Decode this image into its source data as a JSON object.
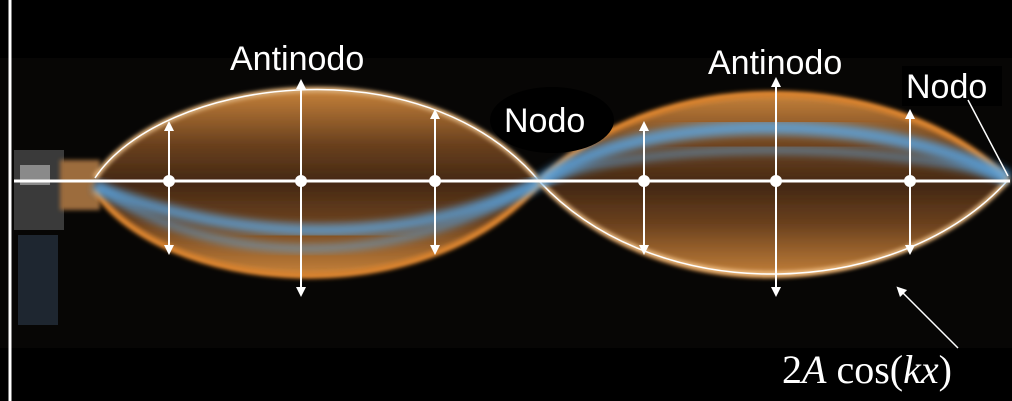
{
  "labels": {
    "antinode_left": "Antinodo",
    "antinode_right": "Antinodo",
    "node_center": "Nodo",
    "node_right": "Nodo"
  },
  "envelope_formula": {
    "coefficient": "2",
    "amplitude_symbol": "A",
    "function": "cos",
    "argument": "kx"
  },
  "colors": {
    "background": "#000000",
    "string_light": "#f2a04a",
    "string_blue": "#5aa8e8",
    "guide_lines": "#ffffff",
    "label_text": "#ffffff"
  },
  "wave": {
    "antinode_count": 2,
    "node_count": 3,
    "arrows_per_loop": 3
  }
}
